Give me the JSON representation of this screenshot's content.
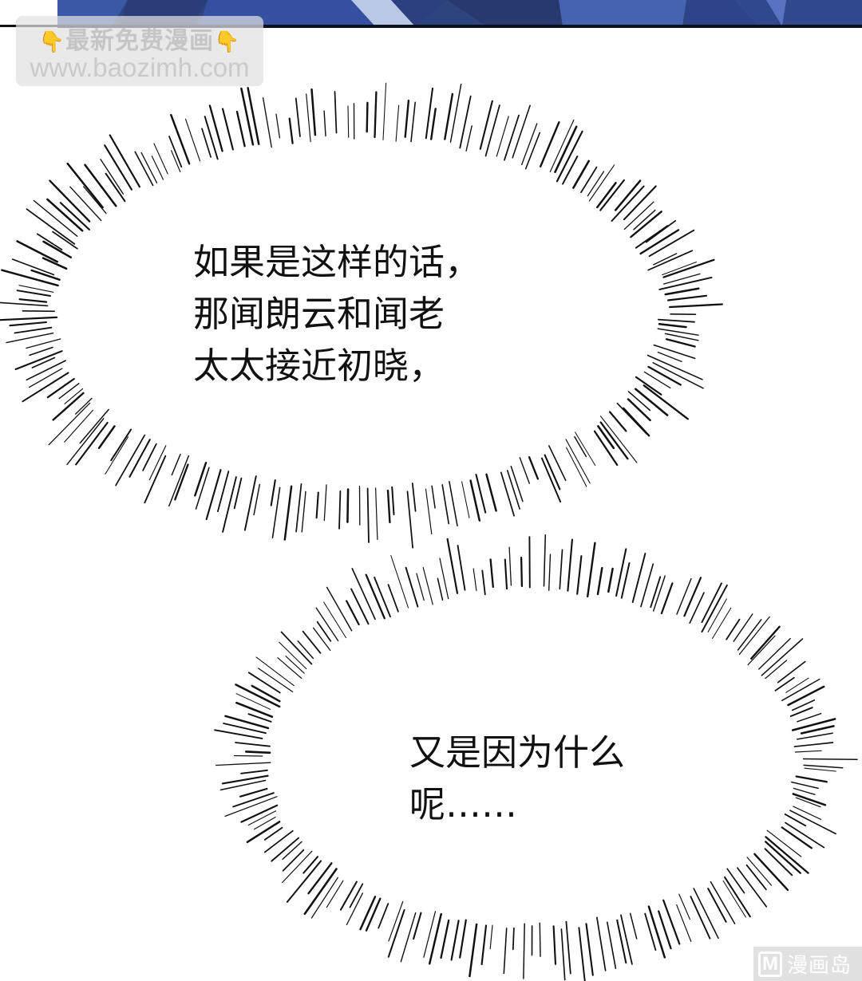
{
  "panel_top": {
    "art_colors": [
      "#2b3f7d",
      "#3c58a8",
      "#4a68b8",
      "#2a3b73",
      "#9fb4dc"
    ],
    "border_color": "#0d0f1e"
  },
  "watermark_top": {
    "line1": "最新免费漫画",
    "hand_icon": "👇",
    "line2": "www.baozimh.com"
  },
  "speech_bubbles": [
    {
      "style": "burst-ellipse",
      "lines": [
        "如果是这样的话，",
        "那闻朗云和闻老",
        "太太接近初晓，"
      ]
    },
    {
      "style": "burst-ellipse",
      "lines": [
        "又是因为什么",
        "呢……"
      ]
    }
  ],
  "watermark_bottom": {
    "logo_letter": "M",
    "label": "漫画岛"
  },
  "colors": {
    "background": "#ffffff",
    "text": "#111111",
    "burst_lines": "#111111"
  }
}
